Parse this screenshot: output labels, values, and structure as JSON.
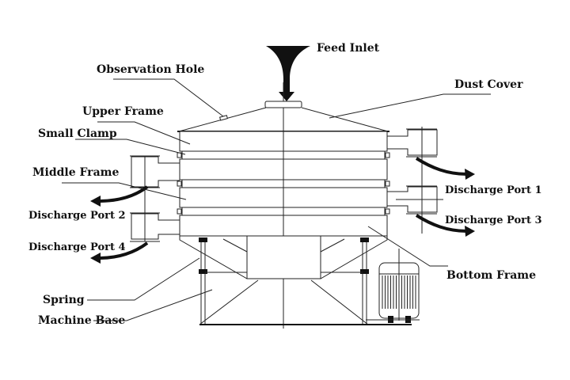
{
  "title": "Vibrating Sieve Structure Diagram",
  "labels": {
    "feed_inlet": "Feed Inlet",
    "observation_hole": "Observation Hole",
    "dust_cover": "Dust Cover",
    "upper_frame": "Upper Frame",
    "small_clamp": "Small Clamp",
    "middle_frame": "Middle Frame",
    "discharge_port_1": "Discharge Port 1",
    "discharge_port_2": "Discharge Port 2",
    "discharge_port_3": "Discharge Port 3",
    "discharge_port_4": "Discharge Port 4",
    "bottom_frame": "Bottom Frame",
    "spring": "Spring",
    "machine_base": "Machine Base"
  },
  "colors": {
    "line": "#222222",
    "fill": "#111111",
    "background": "#ffffff"
  }
}
